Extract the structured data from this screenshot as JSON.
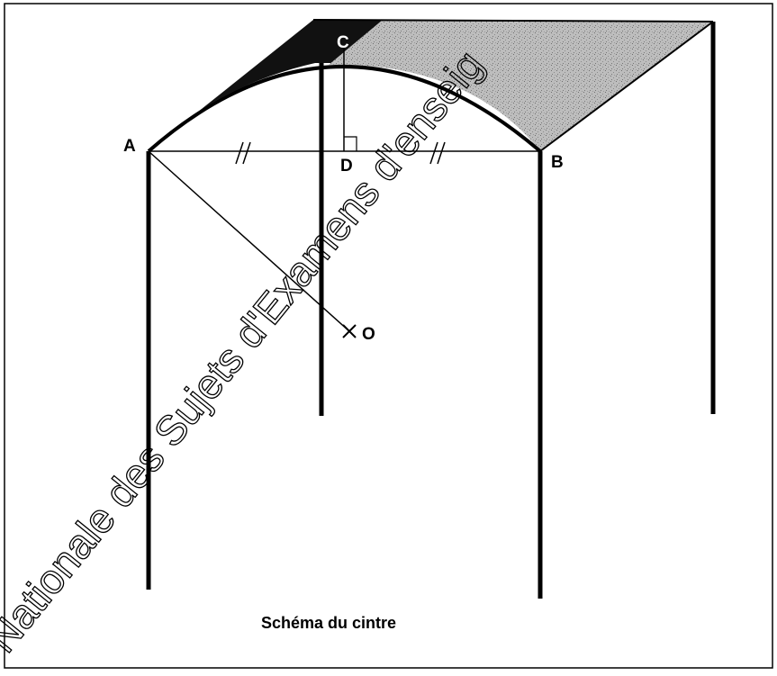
{
  "diagram": {
    "caption": "Schéma du cintre",
    "labels": {
      "point_a": "A",
      "point_b": "B",
      "point_d": "D",
      "point_c": "C",
      "point_o": "O"
    },
    "watermark": "Nationale des Sujets d'Examens d'enseig"
  }
}
